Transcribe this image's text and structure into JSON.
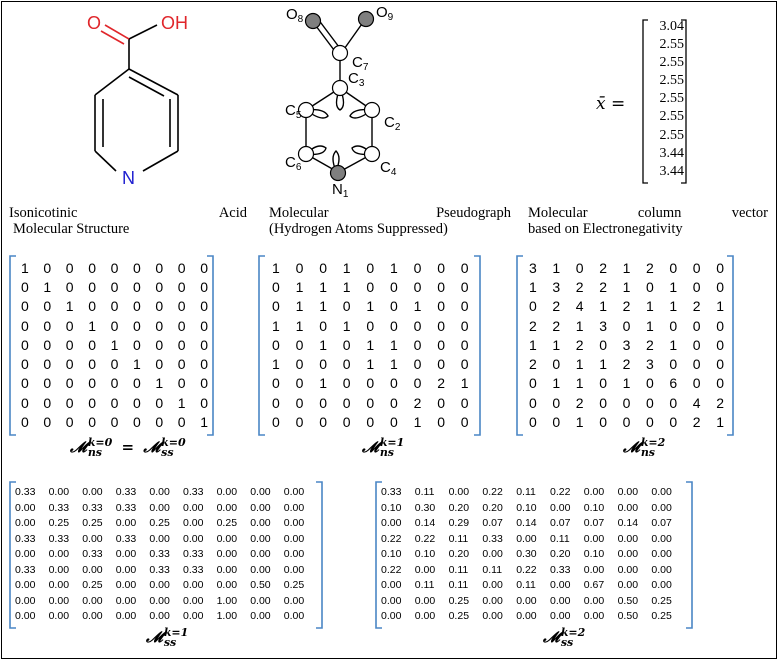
{
  "structure": {
    "atom_O": "O",
    "atom_OH": "OH",
    "atom_N": "N"
  },
  "pseudograph": {
    "labels": [
      {
        "sym": "O",
        "sub": "8"
      },
      {
        "sym": "O",
        "sub": "9"
      },
      {
        "sym": "C",
        "sub": "7"
      },
      {
        "sym": "C",
        "sub": "3"
      },
      {
        "sym": "C",
        "sub": "5"
      },
      {
        "sym": "C",
        "sub": "2"
      },
      {
        "sym": "C",
        "sub": "6"
      },
      {
        "sym": "C",
        "sub": "4"
      },
      {
        "sym": "N",
        "sub": "1"
      }
    ]
  },
  "vector": {
    "label": "x̄ =",
    "values": [
      "3.04",
      "2.55",
      "2.55",
      "2.55",
      "2.55",
      "2.55",
      "2.55",
      "3.44",
      "3.44"
    ]
  },
  "captions": {
    "c1_line1": [
      "Isonicotinic",
      "Acid"
    ],
    "c1_line2": "Molecular Structure",
    "c2_line1": [
      "Molecular",
      "Pseudograph"
    ],
    "c2_line2": "(Hydrogen Atoms Suppressed)",
    "c3_line1": [
      "Molecular",
      "column",
      "vector"
    ],
    "c3_line2": "based on Electronegativity"
  },
  "matrices": {
    "m0": {
      "label_left": "ns",
      "label_right": "ss",
      "k": "k=0",
      "rows": [
        [
          "1",
          "0",
          "0",
          "0",
          "0",
          "0",
          "0",
          "0",
          "0"
        ],
        [
          "0",
          "1",
          "0",
          "0",
          "0",
          "0",
          "0",
          "0",
          "0"
        ],
        [
          "0",
          "0",
          "1",
          "0",
          "0",
          "0",
          "0",
          "0",
          "0"
        ],
        [
          "0",
          "0",
          "0",
          "1",
          "0",
          "0",
          "0",
          "0",
          "0"
        ],
        [
          "0",
          "0",
          "0",
          "0",
          "1",
          "0",
          "0",
          "0",
          "0"
        ],
        [
          "0",
          "0",
          "0",
          "0",
          "0",
          "1",
          "0",
          "0",
          "0"
        ],
        [
          "0",
          "0",
          "0",
          "0",
          "0",
          "0",
          "1",
          "0",
          "0"
        ],
        [
          "0",
          "0",
          "0",
          "0",
          "0",
          "0",
          "0",
          "1",
          "0"
        ],
        [
          "0",
          "0",
          "0",
          "0",
          "0",
          "0",
          "0",
          "0",
          "1"
        ]
      ]
    },
    "m1": {
      "label": "ns",
      "k": "k=1",
      "rows": [
        [
          "1",
          "0",
          "0",
          "1",
          "0",
          "1",
          "0",
          "0",
          "0"
        ],
        [
          "0",
          "1",
          "1",
          "1",
          "0",
          "0",
          "0",
          "0",
          "0"
        ],
        [
          "0",
          "1",
          "1",
          "0",
          "1",
          "0",
          "1",
          "0",
          "0"
        ],
        [
          "1",
          "1",
          "0",
          "1",
          "0",
          "0",
          "0",
          "0",
          "0"
        ],
        [
          "0",
          "0",
          "1",
          "0",
          "1",
          "1",
          "0",
          "0",
          "0"
        ],
        [
          "1",
          "0",
          "0",
          "0",
          "1",
          "1",
          "0",
          "0",
          "0"
        ],
        [
          "0",
          "0",
          "1",
          "0",
          "0",
          "0",
          "0",
          "2",
          "1"
        ],
        [
          "0",
          "0",
          "0",
          "0",
          "0",
          "0",
          "2",
          "0",
          "0"
        ],
        [
          "0",
          "0",
          "0",
          "0",
          "0",
          "0",
          "1",
          "0",
          "0"
        ]
      ]
    },
    "m2": {
      "label": "ns",
      "k": "k=2",
      "rows": [
        [
          "3",
          "1",
          "0",
          "2",
          "1",
          "2",
          "0",
          "0",
          "0"
        ],
        [
          "1",
          "3",
          "2",
          "2",
          "1",
          "0",
          "1",
          "0",
          "0"
        ],
        [
          "0",
          "2",
          "4",
          "1",
          "2",
          "1",
          "1",
          "2",
          "1"
        ],
        [
          "2",
          "2",
          "1",
          "3",
          "0",
          "1",
          "0",
          "0",
          "0"
        ],
        [
          "1",
          "1",
          "2",
          "0",
          "3",
          "2",
          "1",
          "0",
          "0"
        ],
        [
          "2",
          "0",
          "1",
          "1",
          "2",
          "3",
          "0",
          "0",
          "0"
        ],
        [
          "0",
          "1",
          "1",
          "0",
          "1",
          "0",
          "6",
          "0",
          "0"
        ],
        [
          "0",
          "0",
          "2",
          "0",
          "0",
          "0",
          "0",
          "4",
          "2"
        ],
        [
          "0",
          "0",
          "1",
          "0",
          "0",
          "0",
          "0",
          "2",
          "1"
        ]
      ]
    },
    "s1": {
      "label": "ss",
      "k": "k=1",
      "rows": [
        [
          "0.33",
          "0.00",
          "0.00",
          "0.33",
          "0.00",
          "0.33",
          "0.00",
          "0.00",
          "0.00"
        ],
        [
          "0.00",
          "0.33",
          "0.33",
          "0.33",
          "0.00",
          "0.00",
          "0.00",
          "0.00",
          "0.00"
        ],
        [
          "0.00",
          "0.25",
          "0.25",
          "0.00",
          "0.25",
          "0.00",
          "0.25",
          "0.00",
          "0.00"
        ],
        [
          "0.33",
          "0.33",
          "0.00",
          "0.33",
          "0.00",
          "0.00",
          "0.00",
          "0.00",
          "0.00"
        ],
        [
          "0.00",
          "0.00",
          "0.33",
          "0.00",
          "0.33",
          "0.33",
          "0.00",
          "0.00",
          "0.00"
        ],
        [
          "0.33",
          "0.00",
          "0.00",
          "0.00",
          "0.33",
          "0.33",
          "0.00",
          "0.00",
          "0.00"
        ],
        [
          "0.00",
          "0.00",
          "0.25",
          "0.00",
          "0.00",
          "0.00",
          "0.00",
          "0.50",
          "0.25"
        ],
        [
          "0.00",
          "0.00",
          "0.00",
          "0.00",
          "0.00",
          "0.00",
          "1.00",
          "0.00",
          "0.00"
        ],
        [
          "0.00",
          "0.00",
          "0.00",
          "0.00",
          "0.00",
          "0.00",
          "1.00",
          "0.00",
          "0.00"
        ]
      ]
    },
    "s2": {
      "label": "ss",
      "k": "k=2",
      "rows": [
        [
          "0.33",
          "0.11",
          "0.00",
          "0.22",
          "0.11",
          "0.22",
          "0.00",
          "0.00",
          "0.00"
        ],
        [
          "0.10",
          "0.30",
          "0.20",
          "0.20",
          "0.10",
          "0.00",
          "0.10",
          "0.00",
          "0.00"
        ],
        [
          "0.00",
          "0.14",
          "0.29",
          "0.07",
          "0.14",
          "0.07",
          "0.07",
          "0.14",
          "0.07"
        ],
        [
          "0.22",
          "0.22",
          "0.11",
          "0.33",
          "0.00",
          "0.11",
          "0.00",
          "0.00",
          "0.00"
        ],
        [
          "0.10",
          "0.10",
          "0.20",
          "0.00",
          "0.30",
          "0.20",
          "0.10",
          "0.00",
          "0.00"
        ],
        [
          "0.22",
          "0.00",
          "0.11",
          "0.11",
          "0.22",
          "0.33",
          "0.00",
          "0.00",
          "0.00"
        ],
        [
          "0.00",
          "0.11",
          "0.11",
          "0.00",
          "0.11",
          "0.00",
          "0.67",
          "0.00",
          "0.00"
        ],
        [
          "0.00",
          "0.00",
          "0.25",
          "0.00",
          "0.00",
          "0.00",
          "0.00",
          "0.50",
          "0.25"
        ],
        [
          "0.00",
          "0.00",
          "0.25",
          "0.00",
          "0.00",
          "0.00",
          "0.00",
          "0.50",
          "0.25"
        ]
      ]
    }
  },
  "colors": {
    "bracket": "#4a86c5",
    "oxygen": "#e0262b",
    "nitrogen": "#2020d0",
    "atom_fill_gray": "#7f7f7f"
  }
}
